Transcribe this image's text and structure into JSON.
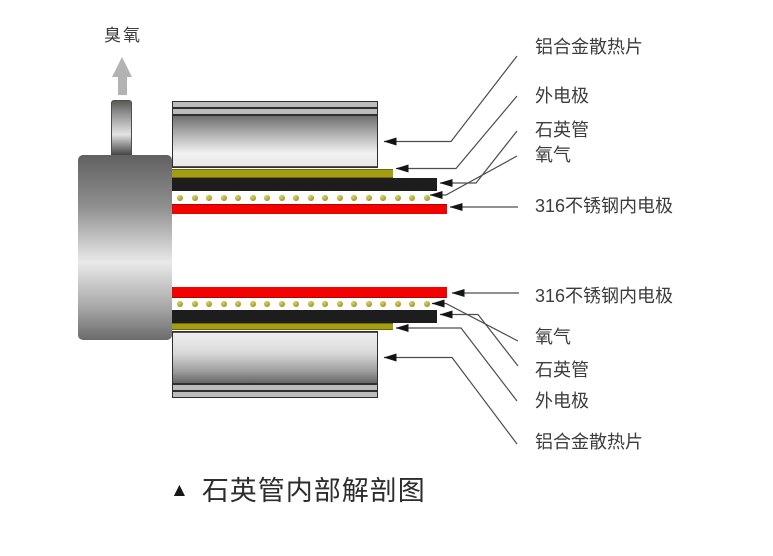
{
  "labels": {
    "ozone": "臭氧",
    "top": [
      "铝合金散热片",
      "外电极",
      "石英管",
      "氧气",
      "316不锈钢内电极"
    ],
    "bottom": [
      "316不锈钢内电极",
      "氧气",
      "石英管",
      "外电极",
      "铝合金散热片"
    ]
  },
  "caption": {
    "marker": "▲",
    "text": "石英管内部解剖图"
  },
  "layers": {
    "oxygen_dot_count": 18
  },
  "colors": {
    "outer_electrode_olive": "#a49c11",
    "quartz_black": "#1d1d1d",
    "oxygen_dot_gold": "#b3a82e",
    "inner_electrode_red": "#f20300",
    "heatsink_gray": "#bcbcbc",
    "leader_line": "#4d4d4d",
    "label_text": "#3c3c3c"
  }
}
